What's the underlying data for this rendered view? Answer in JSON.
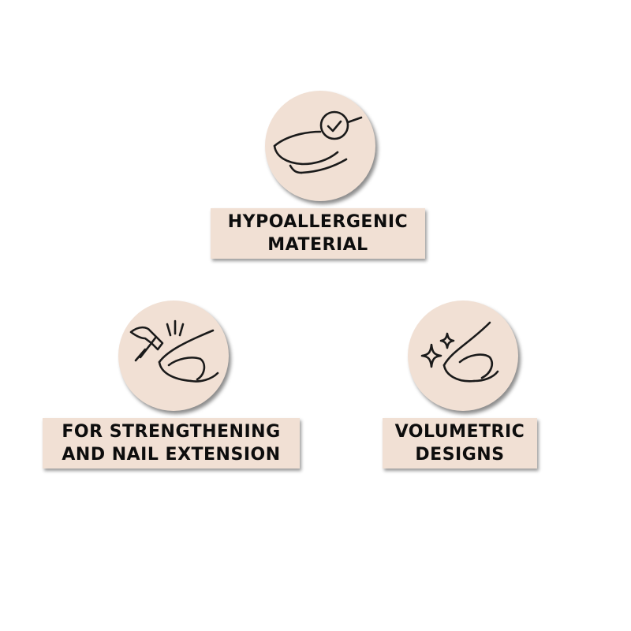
{
  "background_color": "#ffffff",
  "badge_color": "#f1e0d4",
  "icon_color": "#1a1a1a",
  "features": [
    {
      "icon": "nail-check-icon",
      "label_line1": "HYPOALLERGENIC",
      "label_line2": "MATERIAL"
    },
    {
      "icon": "nail-hammer-icon",
      "label_line1": "FOR STRENGTHENING",
      "label_line2": "AND NAIL EXTENSION"
    },
    {
      "icon": "nail-sparkle-icon",
      "label_line1": "VOLUMETRIC",
      "label_line2": "DESIGNS"
    }
  ]
}
